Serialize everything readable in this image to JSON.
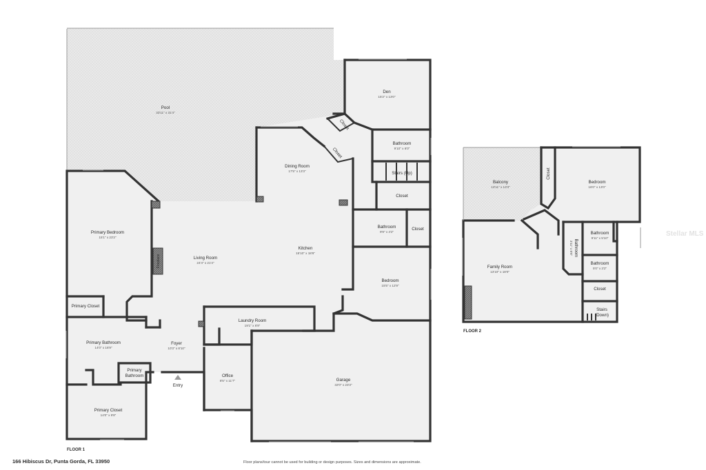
{
  "floor1": {
    "label": "FLOOR 1",
    "rooms": [
      {
        "key": "pool",
        "name": "Pool",
        "dims": "33'11\" x 31'4\""
      },
      {
        "key": "den",
        "name": "Den",
        "dims": "15'2\" x 13'0\""
      },
      {
        "key": "dining",
        "name": "Dining Room",
        "dims": "17'5\" x 13'3\""
      },
      {
        "key": "bath1",
        "name": "Bathroom",
        "dims": "9'10\" x 6'0\""
      },
      {
        "key": "stairs_up",
        "name": "Stairs (Up)",
        "dims": ""
      },
      {
        "key": "closet_a",
        "name": "Closet",
        "dims": ""
      },
      {
        "key": "closet_b",
        "name": "Closet",
        "dims": ""
      },
      {
        "key": "closet_c",
        "name": "Closet",
        "dims": ""
      },
      {
        "key": "bath2",
        "name": "Bathroom",
        "dims": "9'9\" x 4'2\""
      },
      {
        "key": "closet_d",
        "name": "Closet",
        "dims": ""
      },
      {
        "key": "primary_bedroom",
        "name": "Primary Bedroom",
        "dims": "15'1\" x 23'2\""
      },
      {
        "key": "living",
        "name": "Living Room",
        "dims": "24'4\" x 21'4\""
      },
      {
        "key": "fireplace",
        "name": "Fireplace",
        "dims": ""
      },
      {
        "key": "kitchen",
        "name": "Kitchen",
        "dims": "15'10\" x 18'6\""
      },
      {
        "key": "bedroom",
        "name": "Bedroom",
        "dims": "15'5\" x 12'9\""
      },
      {
        "key": "primary_closet_a",
        "name": "Primary Closet",
        "dims": ""
      },
      {
        "key": "laundry",
        "name": "Laundry Room",
        "dims": "19'1\" x 6'9\""
      },
      {
        "key": "primary_bathroom",
        "name": "Primary Bathroom",
        "dims": "14'0\" x 16'9\""
      },
      {
        "key": "foyer",
        "name": "Foyer",
        "dims": "10'3\" x 8'10\""
      },
      {
        "key": "primary_bath_small",
        "name": "Primary Bathroom",
        "dims": ""
      },
      {
        "key": "office",
        "name": "Office",
        "dims": "8'5\" x 11'7\""
      },
      {
        "key": "garage",
        "name": "Garage",
        "dims": "32'0\" x 23'3\""
      },
      {
        "key": "primary_closet_b",
        "name": "Primary Closet",
        "dims": "14'0\" x 9'8\""
      }
    ],
    "entry_label": "Entry"
  },
  "floor2": {
    "label": "FLOOR 2",
    "rooms": [
      {
        "key": "balcony",
        "name": "Balcony",
        "dims": "13'11\" x 13'3\""
      },
      {
        "key": "bedroom2",
        "name": "Bedroom",
        "dims": "16'0\" x 13'0\""
      },
      {
        "key": "closet2a",
        "name": "Closet",
        "dims": ""
      },
      {
        "key": "family",
        "name": "Family Room",
        "dims": "13'10\" x 18'0\""
      },
      {
        "key": "bathroom_v",
        "name": "Bathroom",
        "dims": "3'11\" x 8'8\""
      },
      {
        "key": "bath2a",
        "name": "Bathroom",
        "dims": "9'11\" x 5'10\""
      },
      {
        "key": "bath2b",
        "name": "Bathroom",
        "dims": "5'0\" x 3'2\""
      },
      {
        "key": "closet2b",
        "name": "Closet",
        "dims": ""
      },
      {
        "key": "stairs_down",
        "name": "Stairs",
        "dims": "(Down)"
      }
    ]
  },
  "footer": {
    "address": "166 Hibiscus Dr, Punta Gorda, FL 33950",
    "disclaimer": "Floor plans/tour cannot be used for building or design purposes. Sizes and dimensions are approximate."
  },
  "watermark": "Stellar MLS",
  "colors": {
    "wall": "#333333",
    "floor": "#f0f0f0",
    "paving": "#e6e6e6"
  }
}
